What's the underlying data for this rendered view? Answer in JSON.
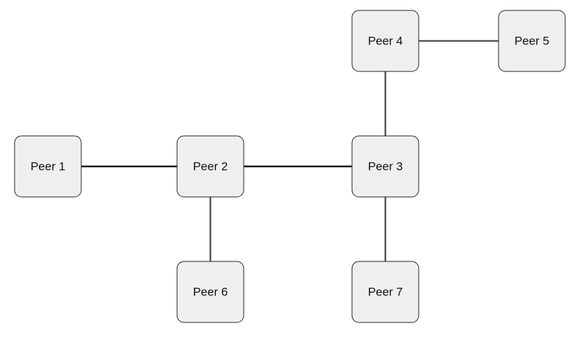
{
  "diagram": {
    "nodes": [
      {
        "id": "peer1",
        "label": "Peer 1"
      },
      {
        "id": "peer2",
        "label": "Peer 2"
      },
      {
        "id": "peer3",
        "label": "Peer 3"
      },
      {
        "id": "peer4",
        "label": "Peer 4"
      },
      {
        "id": "peer5",
        "label": "Peer 5"
      },
      {
        "id": "peer6",
        "label": "Peer 6"
      },
      {
        "id": "peer7",
        "label": "Peer 7"
      }
    ],
    "edges": [
      {
        "from": "peer1",
        "to": "peer2"
      },
      {
        "from": "peer2",
        "to": "peer3"
      },
      {
        "from": "peer2",
        "to": "peer6"
      },
      {
        "from": "peer3",
        "to": "peer4"
      },
      {
        "from": "peer3",
        "to": "peer7"
      },
      {
        "from": "peer4",
        "to": "peer5"
      }
    ],
    "colors": {
      "node_fill": "#efefef",
      "node_border": "#222222",
      "edge_dark": "#111111",
      "edge_grey": "#555555"
    }
  }
}
